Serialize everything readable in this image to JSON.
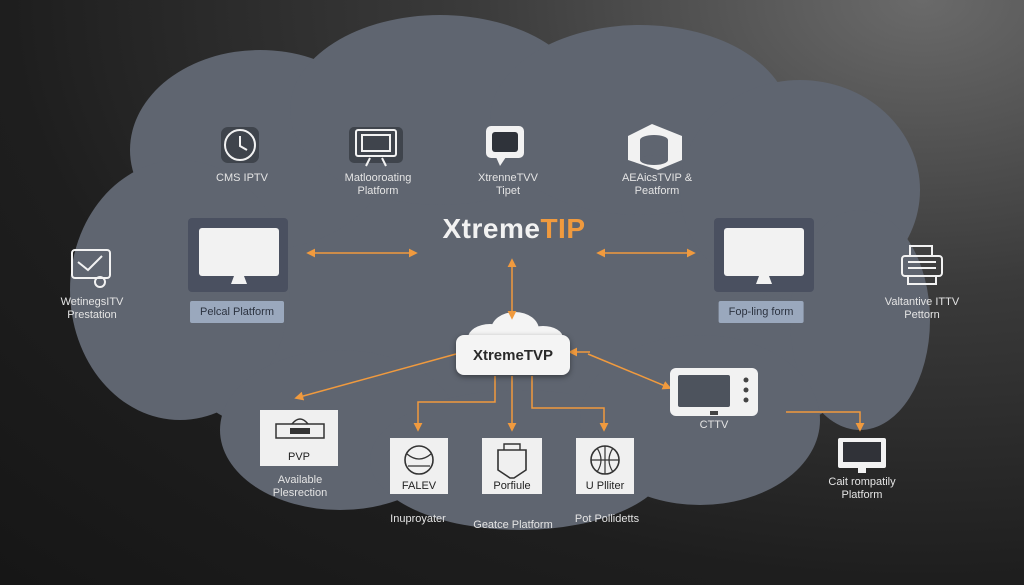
{
  "title": {
    "part1": "Xtreme",
    "part2": "TIP"
  },
  "hub": {
    "label": "XtremeTVP"
  },
  "top_nodes": [
    {
      "label1": "CMS IPTV",
      "label2": "",
      "icon": "clock-icon"
    },
    {
      "label1": "Matlooroating",
      "label2": "Platform",
      "icon": "monitor-stand-icon"
    },
    {
      "label1": "XtrenneTVV",
      "label2": "Tipet",
      "icon": "chat-bubble-icon"
    },
    {
      "label1": "AEAicsTVIP &",
      "label2": "Peatform",
      "icon": "database-icon"
    }
  ],
  "platforms": {
    "left_badge": "Pelcal Platform",
    "right_badge": "Fop-ling form"
  },
  "outside_left": {
    "label1": "WetinegsITV",
    "label2": "Prestation",
    "icon": "certificate-icon"
  },
  "outside_right": {
    "label1": "Valtantive ITTV",
    "label2": "Pettorn",
    "icon": "printer-icon"
  },
  "bottom_nodes": [
    {
      "card": "PVP",
      "label1": "Available",
      "label2": "Plesrection",
      "icon": "router-icon"
    },
    {
      "card": "FALEV",
      "label1": "Inuproyater",
      "label2": "",
      "icon": "globe-icon"
    },
    {
      "card": "Porfiule",
      "label1": "Geatce Platform",
      "label2": "",
      "icon": "jar-icon"
    },
    {
      "card": "U Plliter",
      "label1": "Pot Pollidetts",
      "label2": "",
      "icon": "world-icon"
    }
  ],
  "cttv": {
    "label": "CTTV",
    "icon": "tv-panel-icon"
  },
  "compat": {
    "label1": "Cait rompatily",
    "label2": "Platform",
    "icon": "desktop-icon"
  },
  "colors": {
    "cloud": "#5f6570",
    "accent": "#f09a3e",
    "card": "#f0f0f0",
    "badge": "#9aa8bd"
  }
}
